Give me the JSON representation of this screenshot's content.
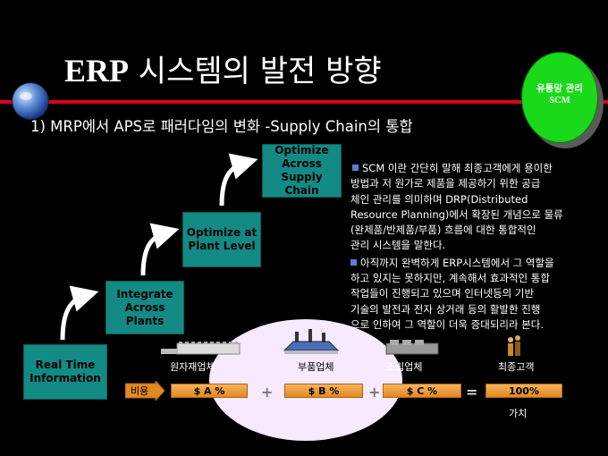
{
  "title": {
    "prefix": "ERP",
    "rest": " 시스템의 발전 방향"
  },
  "badge": {
    "line1": "유통망 관리",
    "line2": "SCM"
  },
  "subtitle": "1)  MRP에서 APS로 패러다임의 변화 -Supply Chain의 통합",
  "steps": [
    {
      "line1": "Real Time",
      "line2": "Information"
    },
    {
      "line1": "Integrate",
      "line2": "Across",
      "line3": "Plants"
    },
    {
      "line1": "Optimize at",
      "line2": "Plant Level"
    },
    {
      "line1": "Optimize",
      "line2": "Across",
      "line3": "Supply Chain"
    }
  ],
  "description": {
    "p1_lines": [
      "SCM 이란 간단히 말해 최종고객에게 용이한",
      "방법과 저 원가로 제품을 제공하기 위한 공급",
      "체인 관리를 의미하며 DRP(Distributed",
      "Resource Planning)에서 확장된 개념으로 물류",
      "(완제품/반제품/부품) 흐름에 대한 통합적인",
      "관리 시스템을 말한다."
    ],
    "p2_lines": [
      "아직까지 완벽하게 ERP시스템에서 그 역할을",
      "하고 있지는 못하지만, 계속해서 효과적인 통합",
      "작업들이 진행되고 있으며 인터넷등의 기반",
      "기술의 발전과 전자 상거래 등의 활발한 진행",
      "으로 인하여 그 역할이 더욱 증대되리라 본다."
    ]
  },
  "chain": {
    "cost_label": "비용",
    "facilities": [
      {
        "label": "원자재업체",
        "value": "$    A  %"
      },
      {
        "label": "부품업체",
        "value": "$    B  %"
      },
      {
        "label": "조립업체",
        "value": "$    C  %"
      }
    ],
    "plus": "+",
    "equals": "=",
    "customer_label": "최종고객",
    "result_value": "100%",
    "result_label": "가치"
  },
  "colors": {
    "teal_box": "#138a84",
    "red_line": "#e0001a",
    "badge_green": "#1ad91a",
    "cost_bar": "#e08a22",
    "ellipse": "#f7e9ff"
  }
}
